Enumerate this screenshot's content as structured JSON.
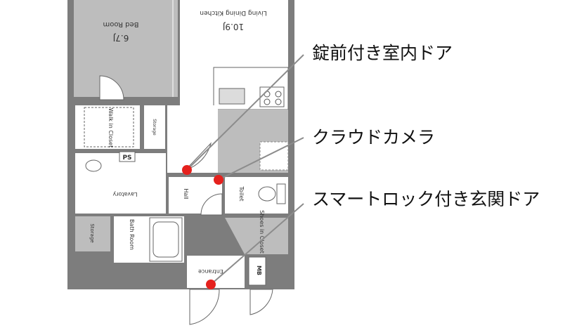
{
  "floor_plan": {
    "rooms": {
      "bedroom_name": "Bed Room",
      "bedroom_size": "6.7J",
      "ldk_name": "Living Dining Kitchen",
      "ldk_size": "10.9J",
      "walk_in_closet": "Walk in Closet",
      "storage_small": "Storage",
      "ps": "PS",
      "lavatory": "Lavatory",
      "hall": "Hall",
      "toilet": "Toilet",
      "storage_left": "Storage",
      "bath_room": "Bath Room",
      "shoes_closet": "Shoes in Closet",
      "entrance": "Entrance",
      "mb": "MB"
    }
  },
  "callouts": {
    "lock_door": "錠前付き室内ドア",
    "cloud_camera": "クラウドカメラ",
    "smart_lock_door": "スマートロック付き玄関ドア"
  },
  "colors": {
    "wall": "#7b7b7b",
    "room_fill": "#b7b7b7",
    "marker": "#e5211d",
    "leader_line": "#8c8c8c"
  }
}
